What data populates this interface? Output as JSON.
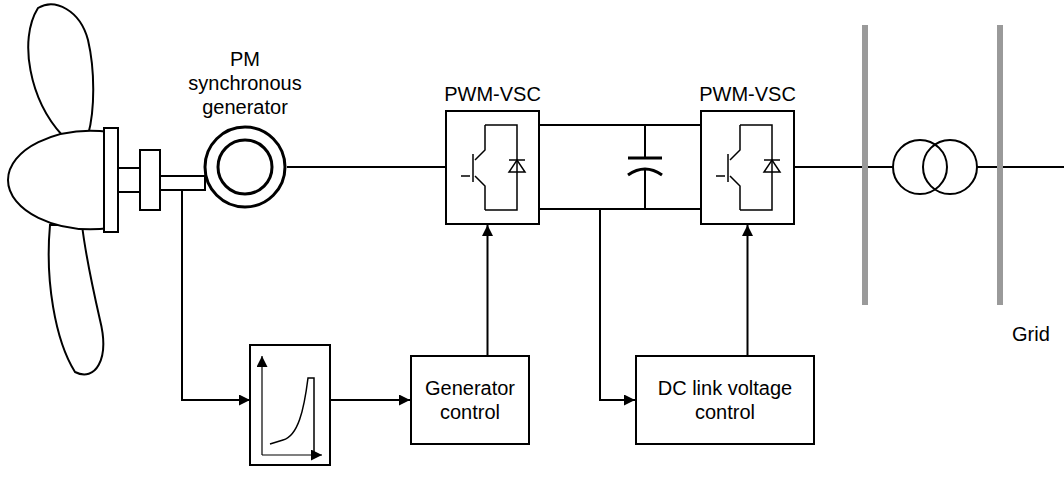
{
  "diagram": {
    "nodes": [
      {
        "text": [
          "PM synchronous generator"
        ]
      },
      {
        "text": [
          "PWM-VSC"
        ]
      },
      {
        "text": [
          "PWM-VSC"
        ]
      },
      {
        "text": [
          "Generator control"
        ]
      },
      {
        "text": [
          "DC link voltage control"
        ]
      }
    ],
    "edges": [
      {
        "from": 0,
        "to": 1,
        "arrow": "none"
      },
      {
        "from": 1,
        "to": 2,
        "arrow": "none"
      },
      {
        "from": 3,
        "to": 1,
        "arrow": "to"
      },
      {
        "from": 4,
        "to": 2,
        "arrow": "to"
      }
    ],
    "labels": [
      "Grid"
    ]
  }
}
